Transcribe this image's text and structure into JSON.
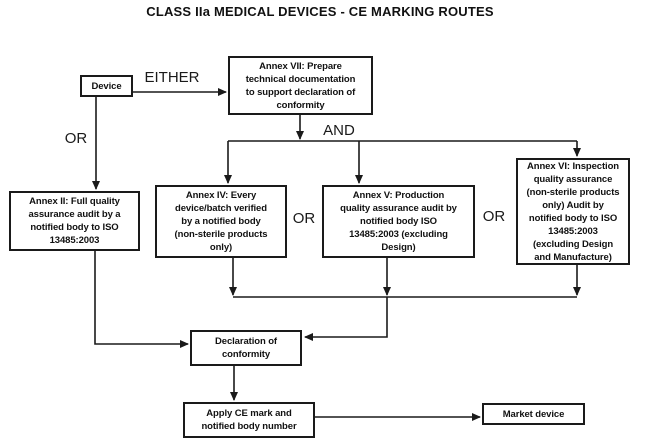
{
  "title": "CLASS IIa MEDICAL DEVICES - CE MARKING ROUTES",
  "connector_labels": {
    "either": "EITHER",
    "or_left": "OR",
    "and": "AND",
    "or_mid": "OR",
    "or_right": "OR"
  },
  "boxes": {
    "device": "Device",
    "annex_vii": "Annex VII: Prepare\ntechnical documentation\nto support declaration of\nconformity",
    "annex_ii": "Annex II: Full quality\nassurance audit by a\nnotified body to ISO\n13485:2003",
    "annex_iv": "Annex IV: Every\ndevice/batch verified\nby a notified body\n(non-sterile products\nonly)",
    "annex_v": "Annex V: Production\nquality assurance audit by\nnotified body ISO\n13485:2003 (excluding\nDesign)",
    "annex_vi": "Annex VI: Inspection\nquality assurance\n(non-sterile products\nonly) Audit by\nnotified body to ISO\n13485:2003\n(excluding Design\nand Manufacture)",
    "declaration": "Declaration of\nconformity",
    "apply_ce": "Apply CE mark and\nnotified body number",
    "market": "Market device"
  },
  "colors": {
    "background": "#ffffff",
    "line": "#1a1a1a",
    "box_border": "#1a1a1a",
    "box_background": "#ffffff",
    "text": "#111111"
  }
}
